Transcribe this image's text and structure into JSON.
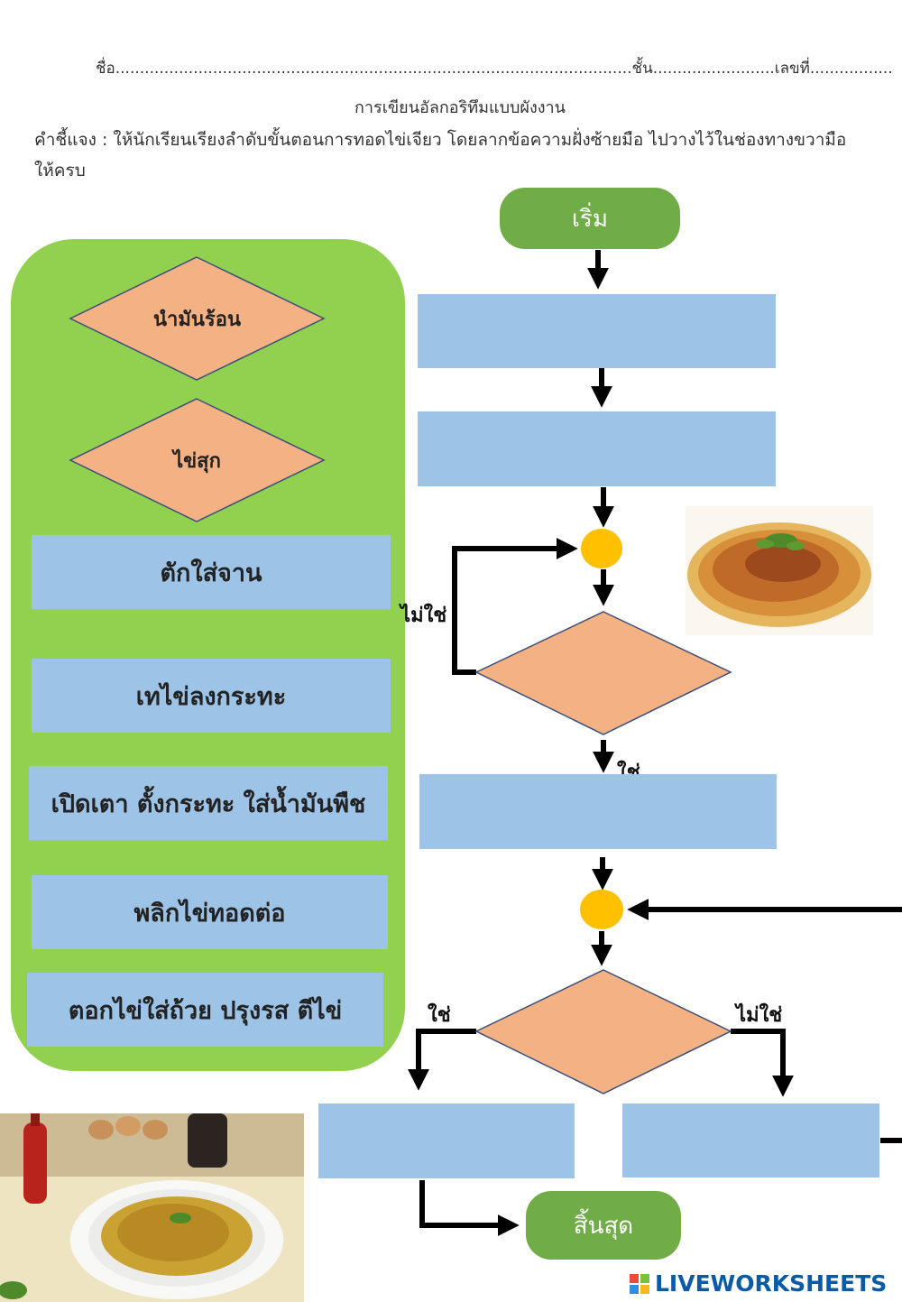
{
  "header": {
    "name_line": "ชื่อ..........................................................................................................ชั้น.........................เลขที่.................",
    "title": "การเขียนอัลกอริทึมแบบผังงาน",
    "instruction": "คำชี้แจง : ให้นักเรียนเรียงลำดับขั้นตอนการทอดไข่เจียว โดยลากข้อความฝั่งซ้ายมือ ไปวางไว้ในช่องทางขวามือให้ครบ"
  },
  "palette": {
    "diamonds": [
      "นำมันร้อน",
      "ไข่สุก"
    ],
    "cards": [
      "ตักใส่จาน",
      "เทไข่ลงกระทะ",
      "เปิดเตา ตั้งกระทะ ใส่น้ำมันพืช",
      "พลิกไข่ทอดต่อ",
      "ตอกไข่ใส่ถ้วย ปรุงรส ตีไข่"
    ]
  },
  "flowchart": {
    "start": "เริ่ม",
    "end": "สิ้นสุด",
    "label_no_1": "ไม่ใช่",
    "label_yes_1": "ใช่",
    "label_yes_2": "ใช่",
    "label_no_2": "ไม่ใช่"
  },
  "images": {
    "omelet_top": "crispy-omelet-photo",
    "omelet_bottom": "omelet-plate-photo"
  },
  "branding": {
    "logo": "LIVEWORKSHEETS"
  },
  "colors": {
    "panel": "#92d050",
    "slot": "#9dc3e6",
    "diamond": "#f4b183",
    "terminal": "#70ad47",
    "connector": "#ffc000"
  }
}
